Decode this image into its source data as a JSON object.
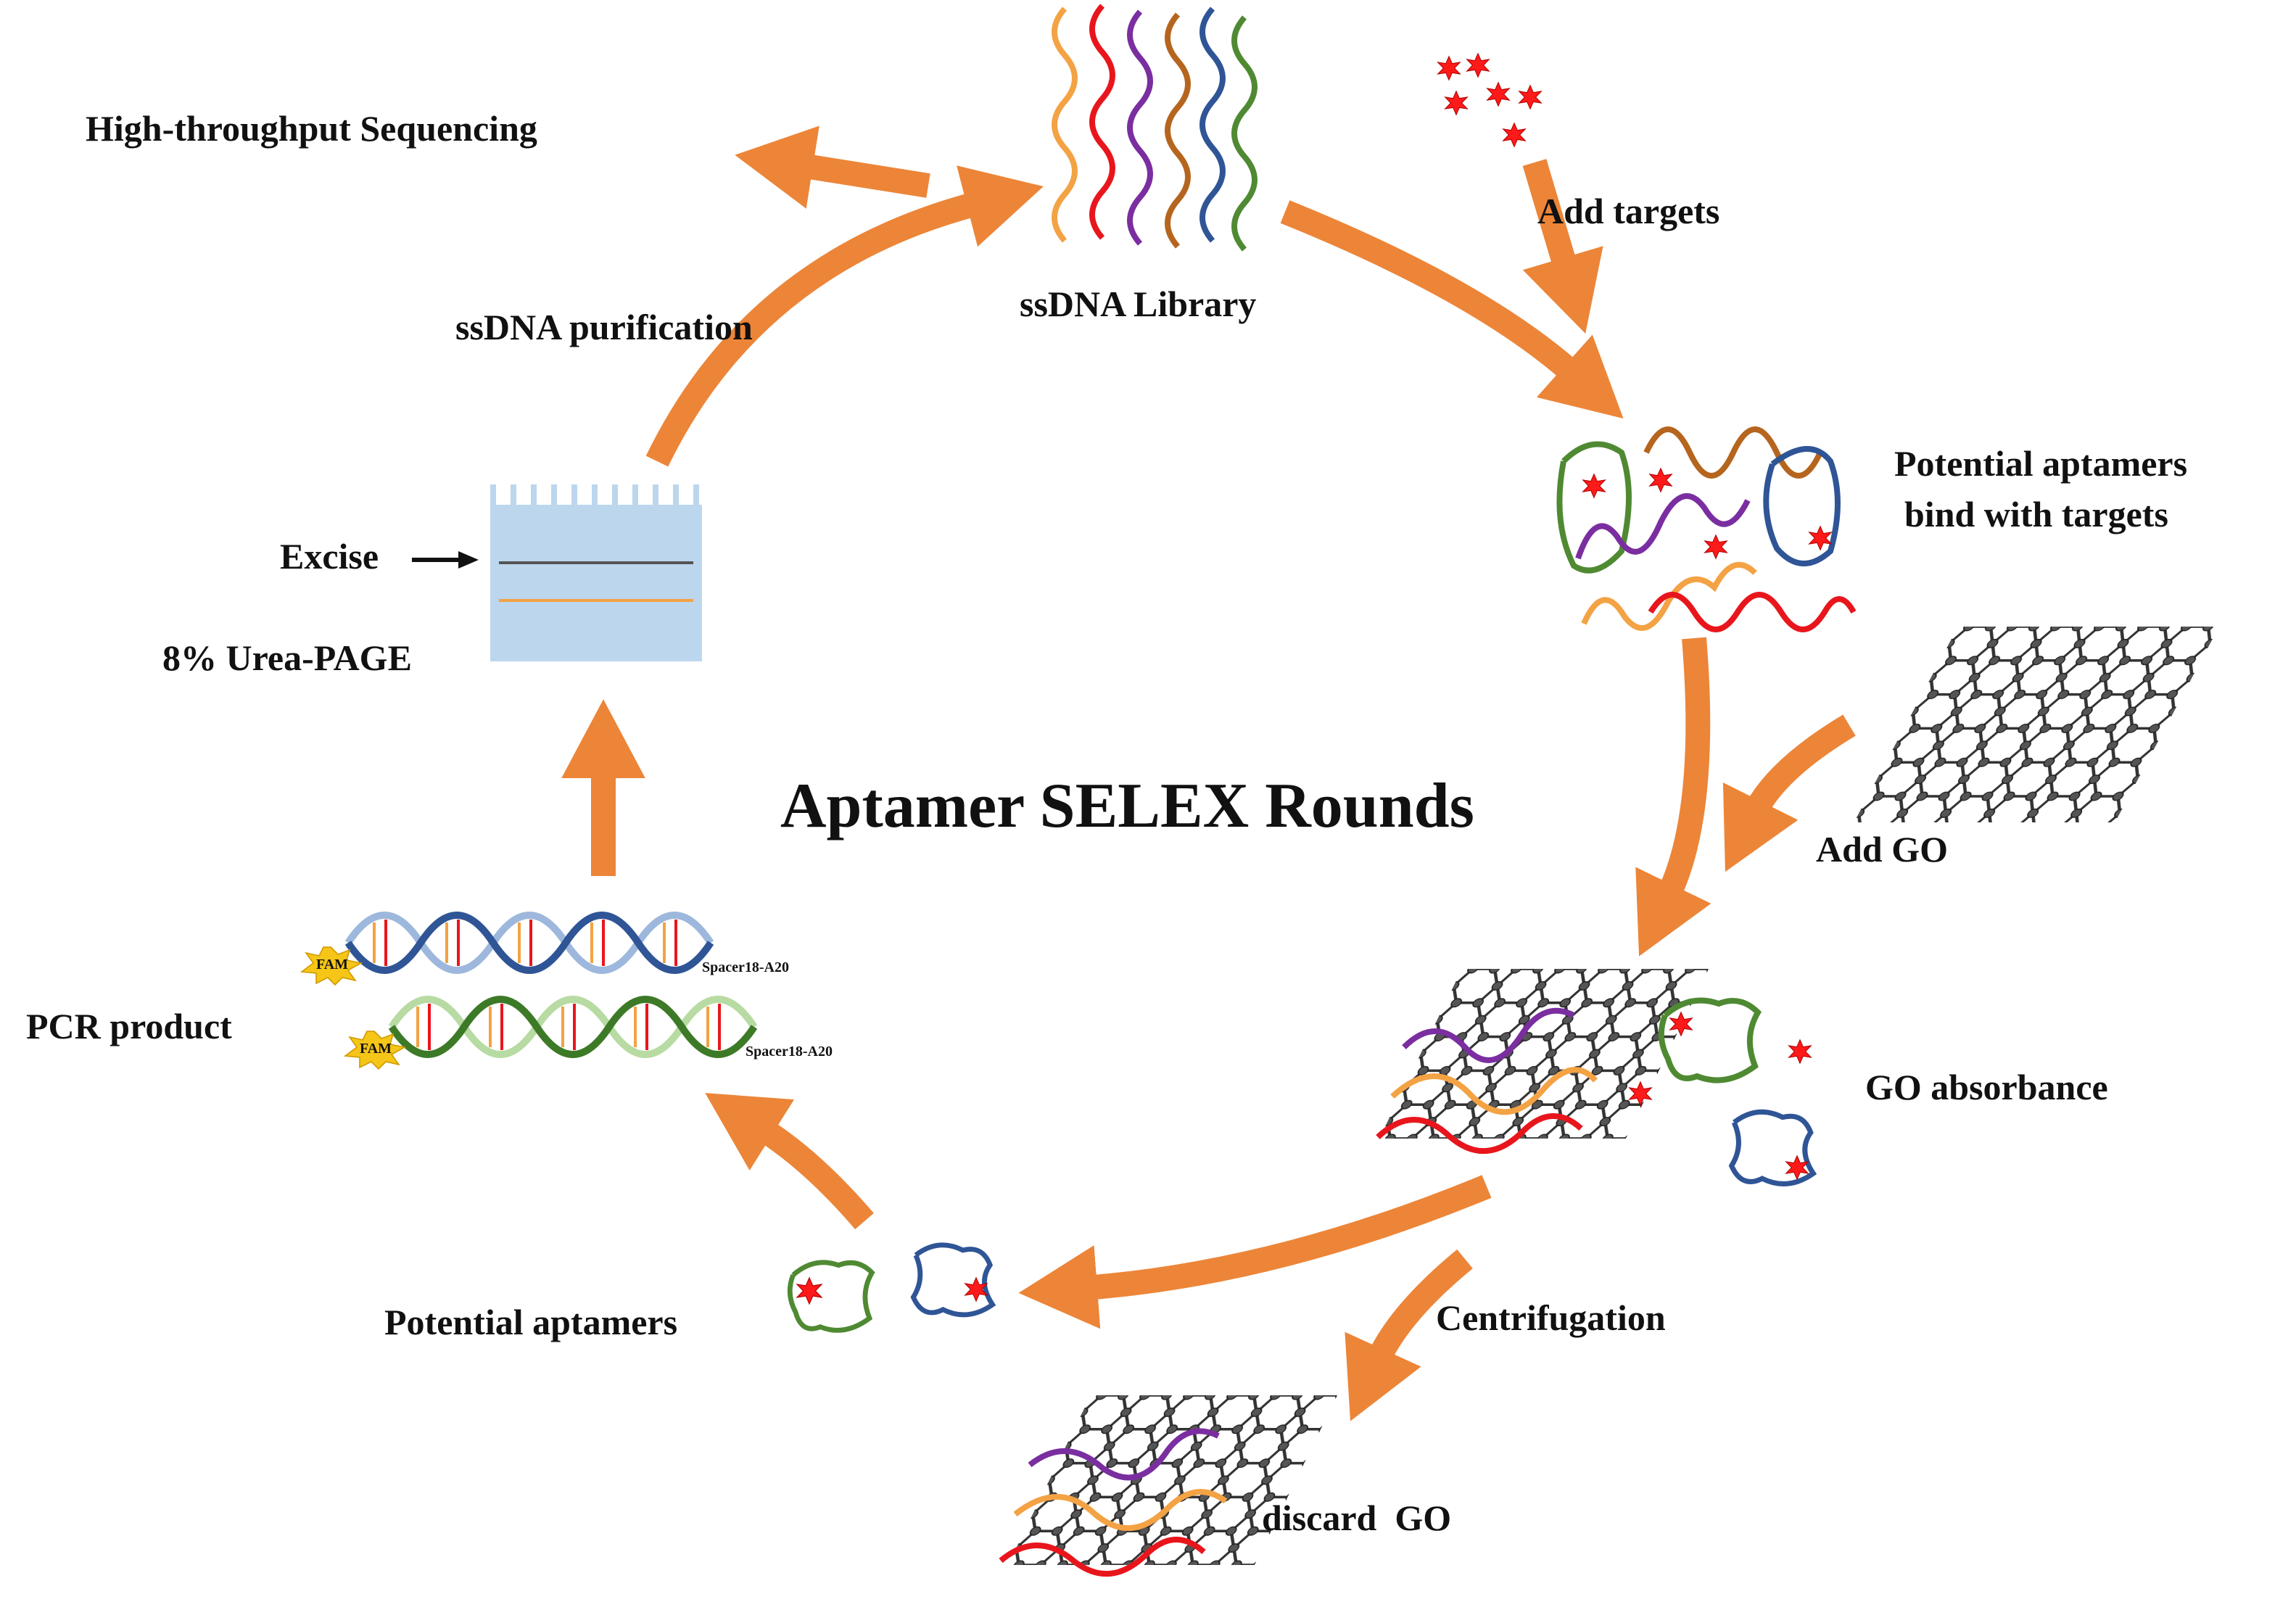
{
  "title": "Aptamer SELEX Rounds",
  "labels": {
    "high_throughput": "High-throughput Sequencing",
    "ssdna_library": "ssDNA Library",
    "add_targets": "Add targets",
    "potential_bind_line1": "Potential aptamers",
    "potential_bind_line2": "bind with targets",
    "add_go": "Add GO",
    "go_absorbance": "GO absorbance",
    "centrifugation": "Centrifugation",
    "discard_go": "discard  GO",
    "potential_aptamers": "Potential aptamers",
    "pcr_product": "PCR product",
    "fam": "FAM",
    "spacer": "Spacer18-A20",
    "urea_page": "8% Urea-PAGE",
    "excise": "Excise",
    "ssdna_purification": "ssDNA purification"
  },
  "colors": {
    "arrow": "#ec8538",
    "gel": "#bcd6ee",
    "strand_red": "#e8161c",
    "strand_orange": "#f3a244",
    "strand_green": "#4f8a33",
    "strand_purple": "#7a2ea0",
    "strand_blue": "#2f5596",
    "strand_brown": "#b5651d",
    "star": "#ff1a1a",
    "fam_burst": "#f5c518",
    "dna_blue": "#2f5596",
    "dna_blue_light": "#9db8dc",
    "dna_green": "#3d7a27",
    "dna_green_light": "#b7dba2"
  },
  "icons": [
    "graphene-oxide-icon",
    "target-star-icon",
    "gel-icon",
    "dna-double-helix-icon"
  ]
}
